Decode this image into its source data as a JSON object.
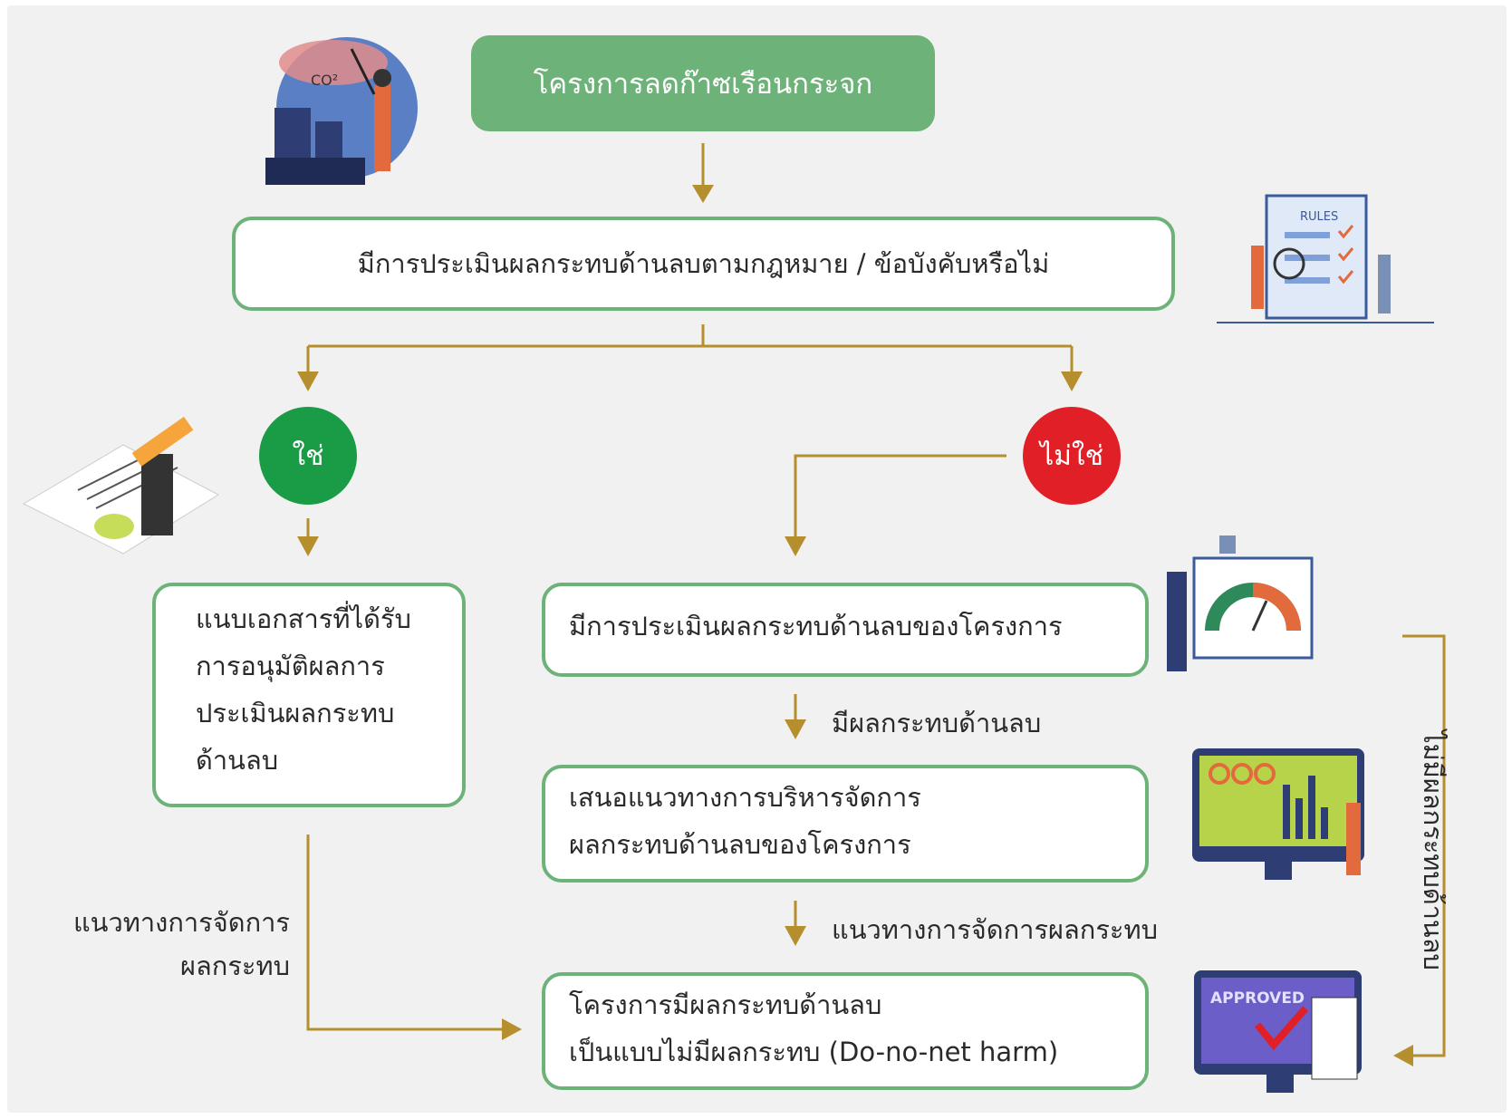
{
  "nodes": {
    "start": "โครงการลดก๊าซเรือนกระจก",
    "question": "มีการประเมินผลกระทบด้านลบตามกฎหมาย / ข้อบังคับหรือไม่",
    "yes": "ใช่",
    "no": "ไม่ใช่",
    "attach_docs": [
      "แนบเอกสารที่ได้รับ",
      "การอนุมัติผลการ",
      "ประเมินผลกระทบ",
      "ด้านลบ"
    ],
    "assess_project": "มีการประเมินผลกระทบด้านลบของโครงการ",
    "propose_management": [
      "เสนอแนวทางการบริหารจัดการ",
      "ผลกระทบด้านลบของโครงการ"
    ],
    "result": [
      "โครงการมีผลกระทบด้านลบ",
      "เป็นแบบไม่มีผลกระทบ (Do-no-net harm)"
    ]
  },
  "edge_labels": {
    "has_negative_impact": "มีผลกระทบด้านลบ",
    "impact_management_guideline": "แนวทางการจัดการผลกระทบ",
    "left_guideline": [
      "แนวทางการจัดการ",
      "ผลกระทบ"
    ],
    "no_negative_impact": "ไม่มีผลกระทบด้านลบ"
  },
  "illustrations": {
    "co2_factory": "co2-factory-illustration",
    "rules_checklist": "rules-checklist-illustration",
    "rules_text": "RULES",
    "signing": "signing-document-illustration",
    "gauge": "impact-gauge-illustration",
    "dashboard": "dashboard-monitor-illustration",
    "approved": "approved-monitor-illustration",
    "approved_text": "APPROVED"
  },
  "colors": {
    "green": "#6db379",
    "yes_circle": "#1a9b46",
    "no_circle": "#e11f26",
    "arrow": "#b58f2e"
  }
}
